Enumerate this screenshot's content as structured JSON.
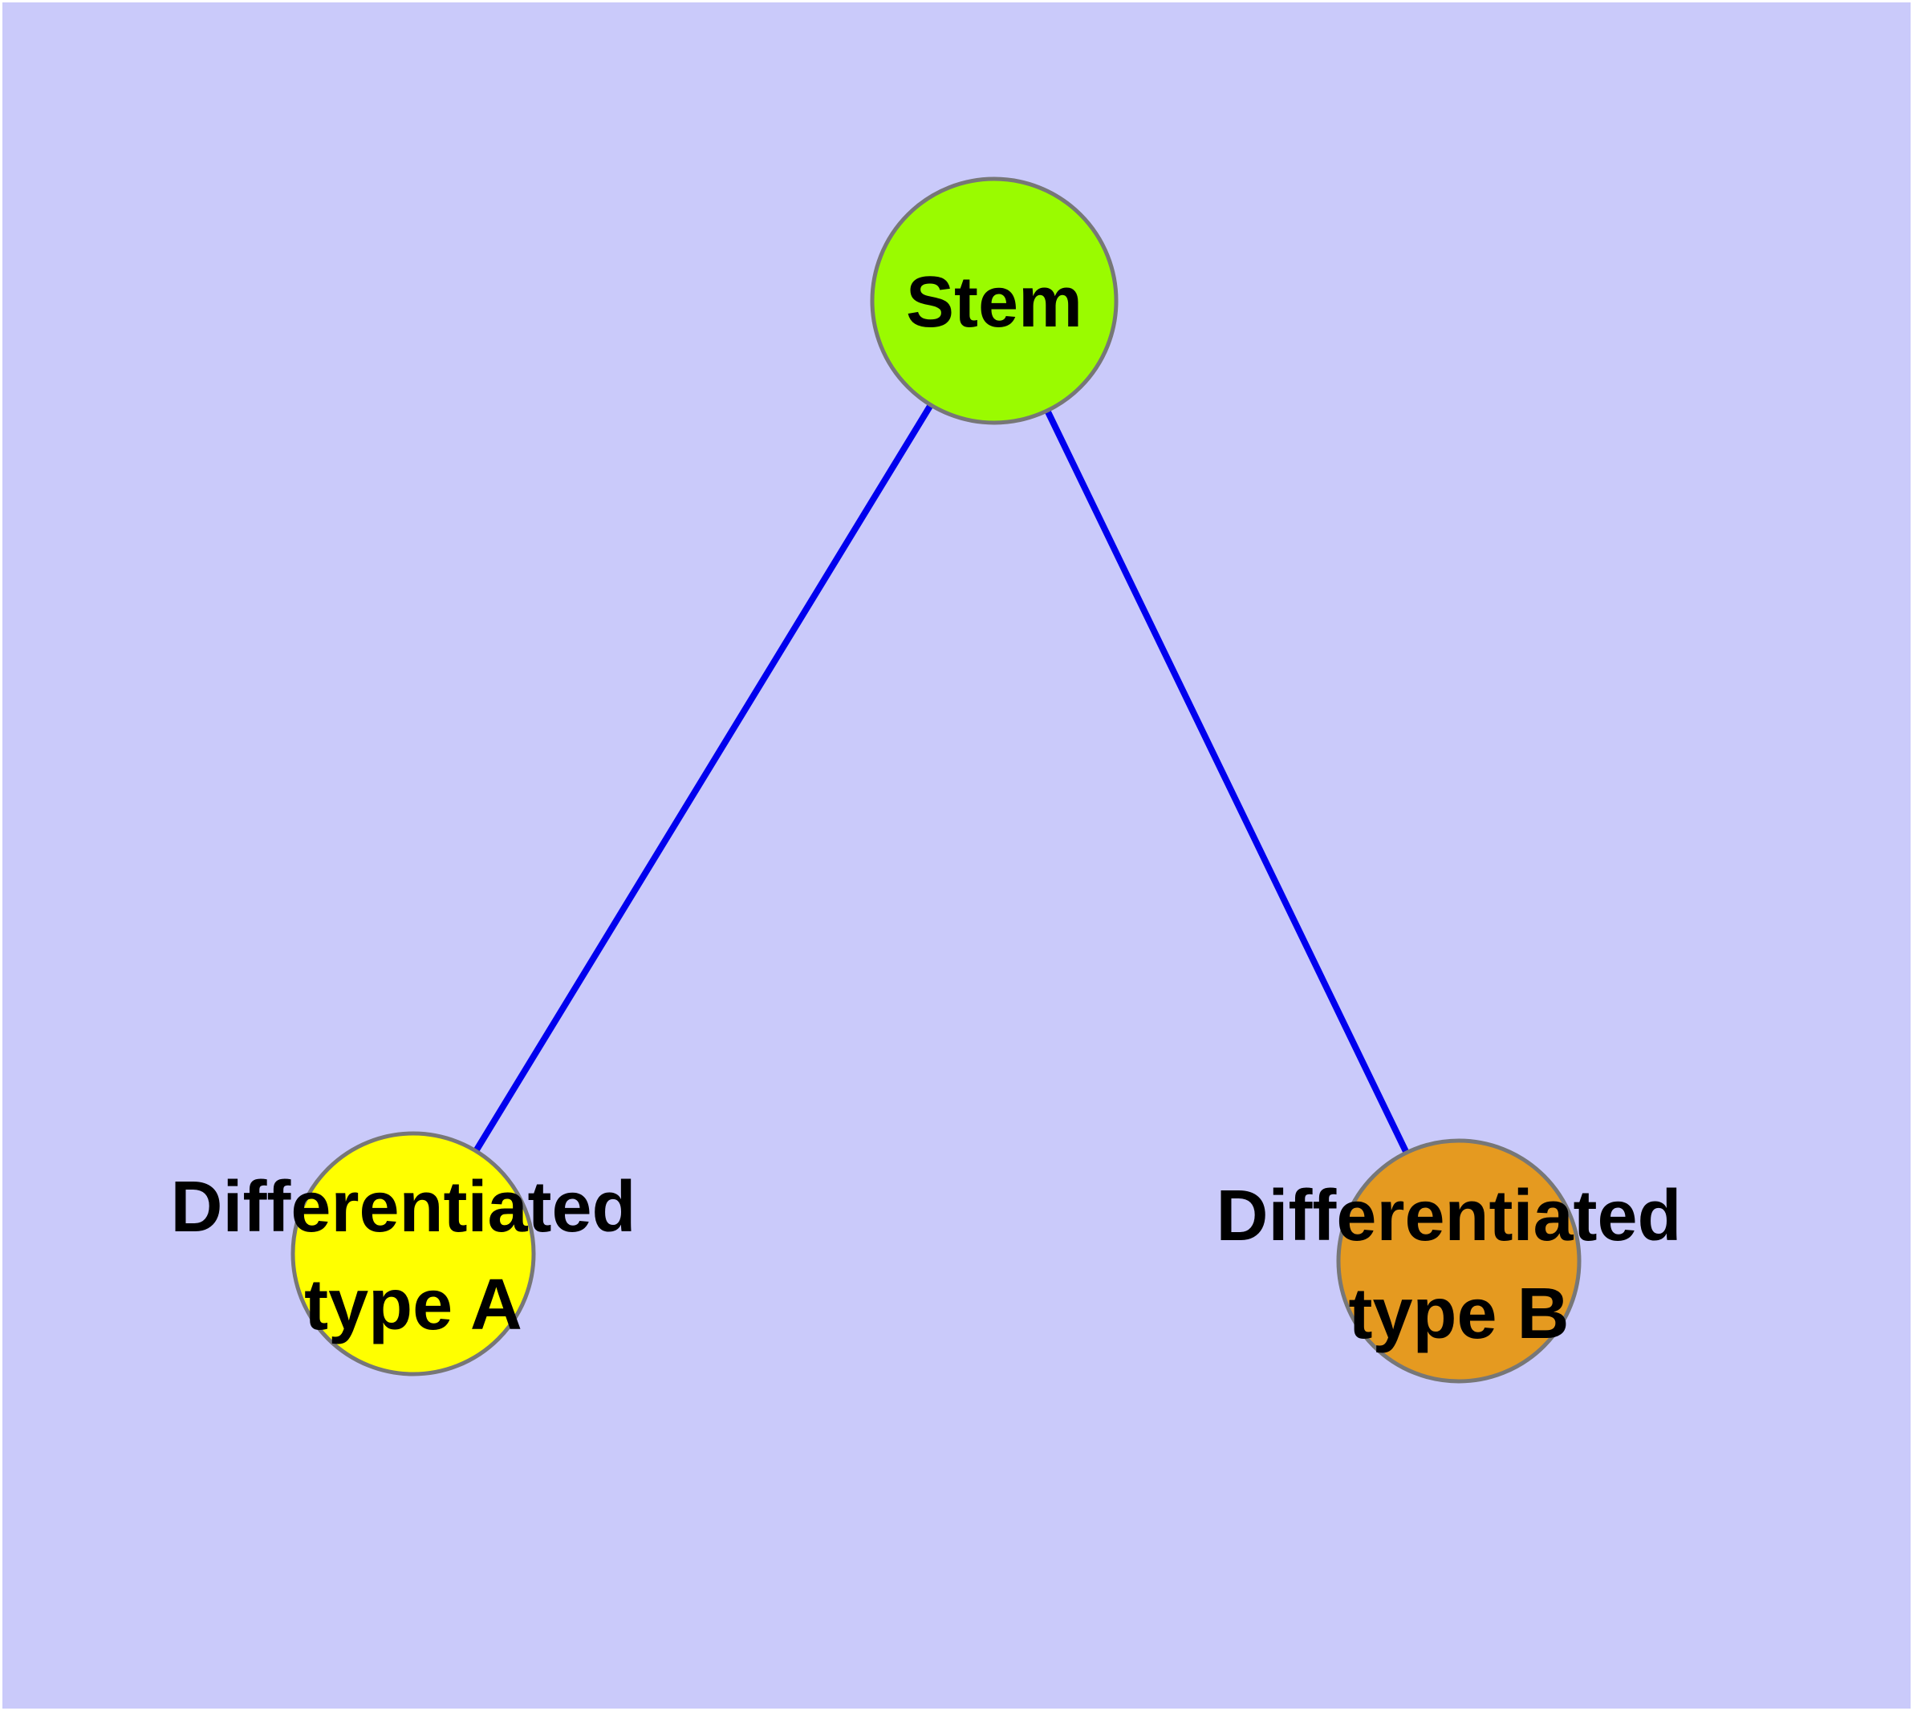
{
  "figure": {
    "type": "network-diagram",
    "background_color": "#CACAFA",
    "frame_color": "#FFFFFF",
    "edge_color": "#0000EE",
    "node_border_color": "#777777",
    "label_color": "#000000",
    "nodes": {
      "stem": {
        "label": "Stem",
        "lines": [
          "Stem"
        ],
        "fill": "#9AFB00"
      },
      "type_a": {
        "label": "Differentiated type A",
        "lines": [
          "Differentiated",
          "type A"
        ],
        "fill": "#FFFF00"
      },
      "type_b": {
        "label": "Differentiated type B",
        "lines": [
          "Differentiated",
          "type B"
        ],
        "fill": "#E59A20"
      }
    },
    "edges": [
      {
        "from": "Stem",
        "to": "Differentiated type A"
      },
      {
        "from": "Stem",
        "to": "Differentiated type B"
      }
    ]
  }
}
